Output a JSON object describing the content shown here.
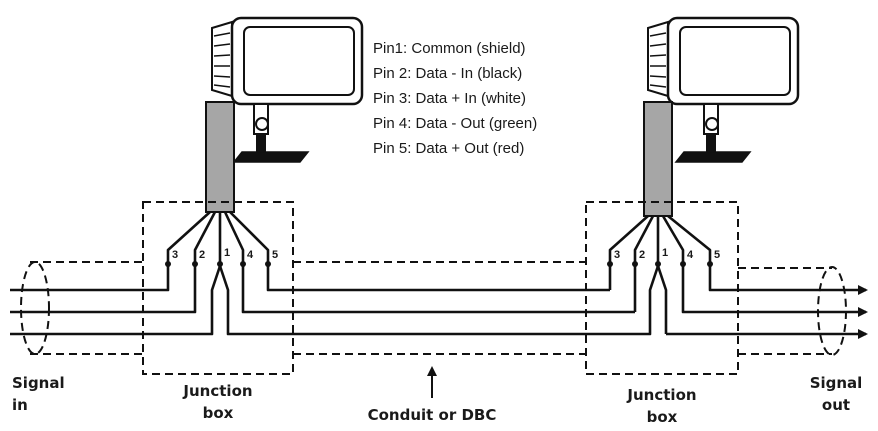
{
  "legend": [
    "Pin1: Common (shield)",
    "Pin 2: Data - In (black)",
    "Pin 3: Data + In (white)",
    "Pin 4: Data - Out (green)",
    "Pin 5: Data + Out (red)"
  ],
  "pins": {
    "left": [
      "3",
      "2",
      "1",
      "4",
      "5"
    ],
    "right": [
      "3",
      "2",
      "1",
      "4",
      "5"
    ]
  },
  "labels": {
    "signal_in": [
      "Signal",
      "in"
    ],
    "signal_out": [
      "Signal",
      "out"
    ],
    "junction_left": [
      "Junction",
      "box"
    ],
    "junction_right": [
      "Junction",
      "box"
    ],
    "conduit": "Conduit or DBC"
  }
}
